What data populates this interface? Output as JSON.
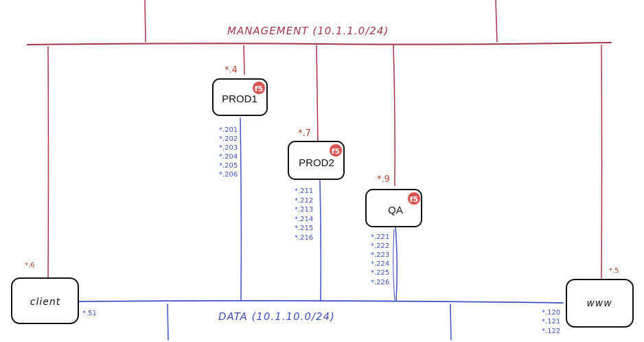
{
  "colors": {
    "management": "#a8334a",
    "data": "#3f4fc4",
    "label_red": "#b3402b",
    "f5_badge": "#d9534f",
    "box_border": "#111111"
  },
  "networks": {
    "management": {
      "label": "MANAGEMENT (10.1.1.0/24)"
    },
    "data": {
      "label": "DATA (10.1.10.0/24)"
    }
  },
  "nodes": {
    "prod1": {
      "label": "PROD1",
      "badge": "f5",
      "mgmt_ip": "*.4",
      "data_ips": [
        "*.201",
        "*.202",
        "*.203",
        "*.204",
        "*.205",
        "*.206"
      ]
    },
    "prod2": {
      "label": "PROD2",
      "badge": "f5",
      "mgmt_ip": "*.7",
      "data_ips": [
        "*.211",
        "*.212",
        "*.213",
        "*.214",
        "*.215",
        "*.216"
      ]
    },
    "qa": {
      "label": "QA",
      "badge": "f5",
      "mgmt_ip": "*.9",
      "data_ips": [
        "*.221",
        "*.222",
        "*.223",
        "*.224",
        "*.225",
        "*.226"
      ]
    },
    "client": {
      "label": "client",
      "mgmt_ip": "*.6",
      "data_ip": "*.51"
    },
    "www": {
      "label": "www",
      "mgmt_ip": "*.5",
      "data_ips": [
        "*.120",
        "*.121",
        "*.122"
      ]
    }
  }
}
